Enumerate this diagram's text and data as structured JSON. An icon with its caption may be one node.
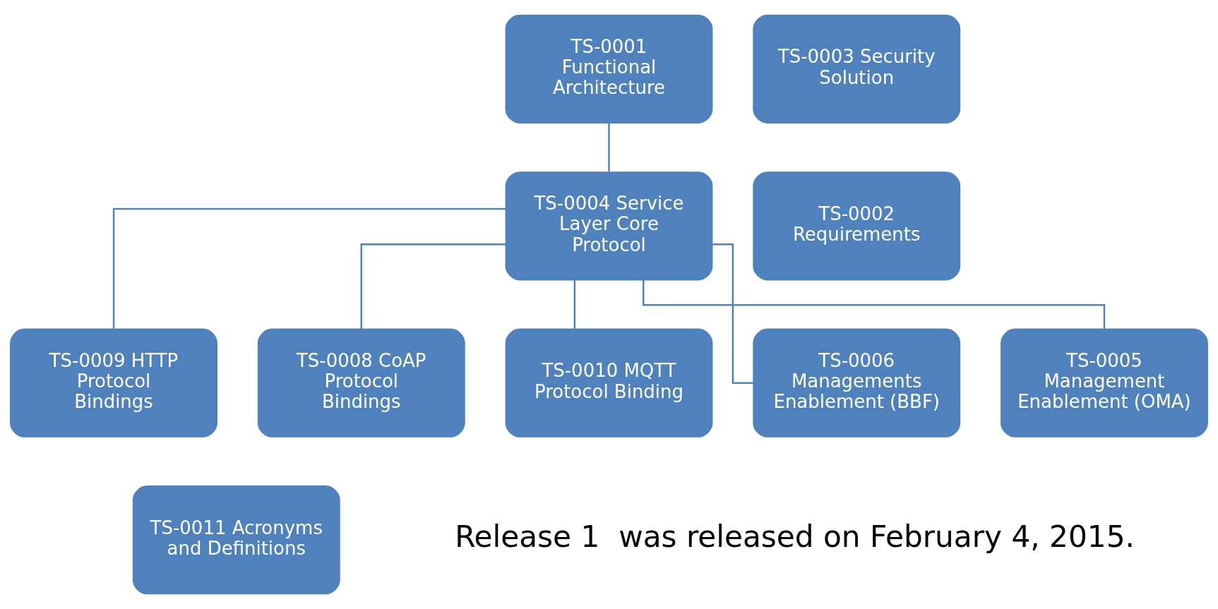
{
  "diagram": {
    "nodes": [
      {
        "text": [
          "TS-0001 Functional Architecture"
        ]
      },
      {
        "text": [
          "TS-0003 Security Solution"
        ]
      },
      {
        "text": [
          "TS-0004 Service Layer Core Protocol"
        ]
      },
      {
        "text": [
          "TS-0002 Requirements"
        ]
      },
      {
        "text": [
          "TS-0009 HTTP Protocol Bindings"
        ]
      },
      {
        "text": [
          "TS-0008 CoAP Protocol Bindings"
        ]
      },
      {
        "text": [
          "TS-0010 MQTT Protocol Binding"
        ]
      },
      {
        "text": [
          "TS-0006 Managements Enablement (BBF)"
        ]
      },
      {
        "text": [
          "TS-0005 Management Enablement (OMA)"
        ]
      },
      {
        "text": [
          "TS-0011 Acronyms and Definitions"
        ]
      }
    ],
    "edges": [
      {
        "from": 0,
        "to": 2,
        "arrow": "none"
      },
      {
        "from": 2,
        "to": 4,
        "arrow": "none"
      },
      {
        "from": 2,
        "to": 5,
        "arrow": "none"
      },
      {
        "from": 2,
        "to": 6,
        "arrow": "none"
      },
      {
        "from": 2,
        "to": 7,
        "arrow": "none"
      },
      {
        "from": 2,
        "to": 8,
        "arrow": "none"
      }
    ],
    "labels": [
      "Release 1  was released on February 4, 2015."
    ]
  }
}
